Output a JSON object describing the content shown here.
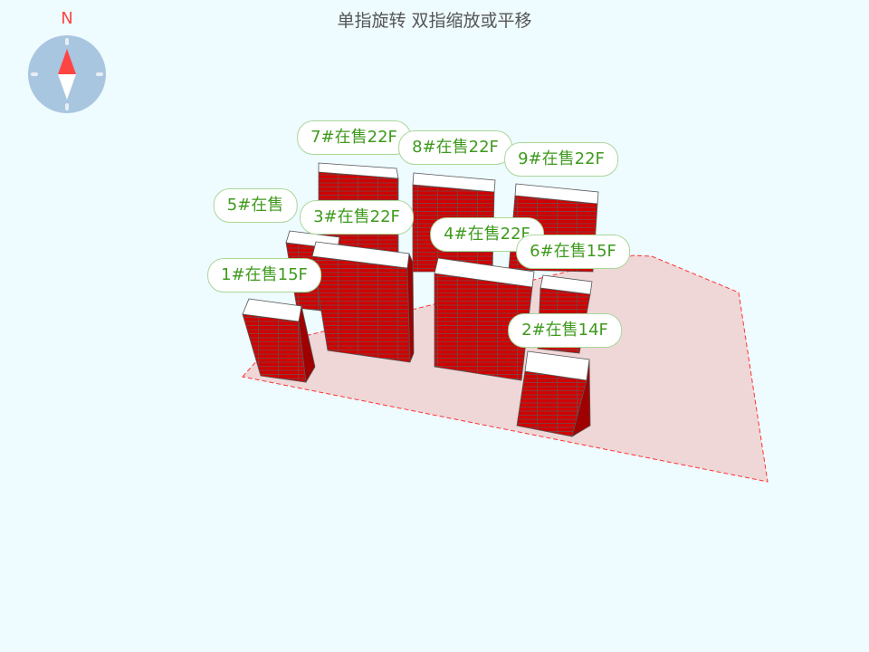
{
  "hint": "单指旋转 双指缩放或平移",
  "compass": {
    "north_label": "N"
  },
  "colors": {
    "building": "#d00000",
    "top": "#ffffff",
    "label_text": "#3f9a1e",
    "site_outline": "#ff3333"
  },
  "buildings": [
    {
      "id": "7",
      "label": "7#在售22F"
    },
    {
      "id": "8",
      "label": "8#在售22F"
    },
    {
      "id": "9",
      "label": "9#在售22F"
    },
    {
      "id": "5",
      "label": "5#在售"
    },
    {
      "id": "3",
      "label": "3#在售22F"
    },
    {
      "id": "4",
      "label": "4#在售22F"
    },
    {
      "id": "6",
      "label": "6#在售15F"
    },
    {
      "id": "1",
      "label": "1#在售15F"
    },
    {
      "id": "2",
      "label": "2#在售14F"
    }
  ]
}
